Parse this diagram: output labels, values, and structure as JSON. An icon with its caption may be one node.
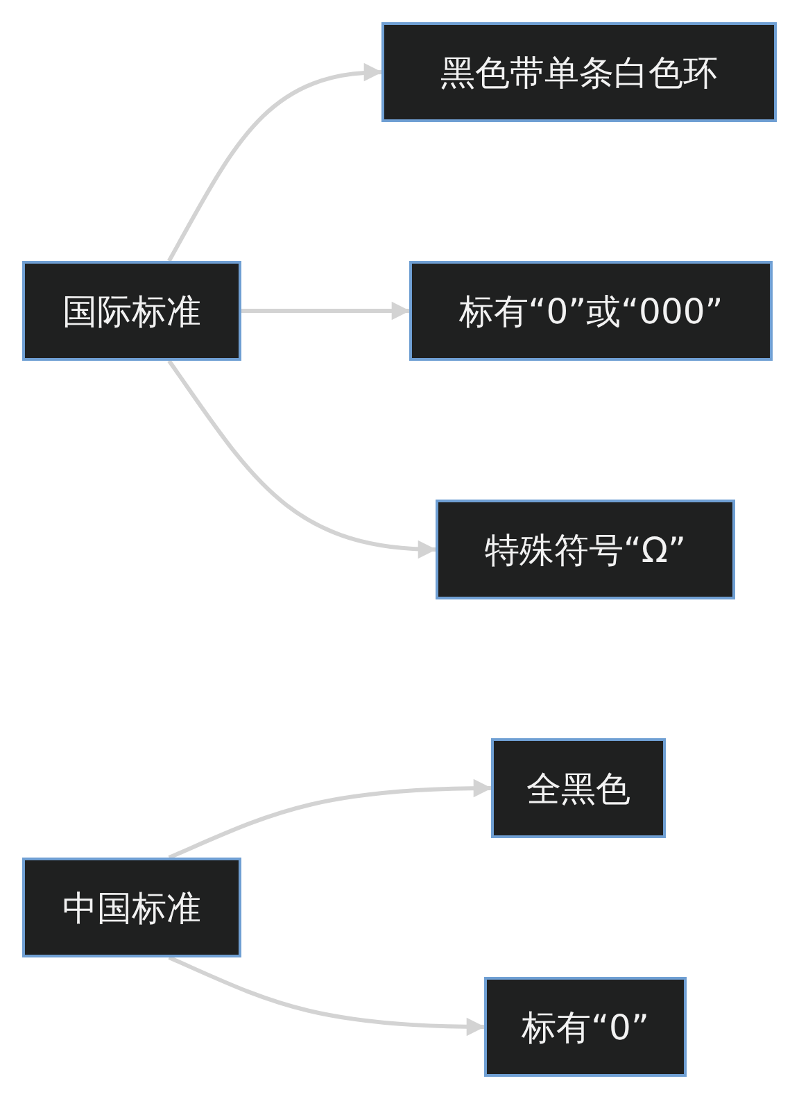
{
  "diagram": {
    "nodes": [
      {
        "text": [
          "国际标准"
        ]
      },
      {
        "text": [
          "黑色带单条白色环"
        ]
      },
      {
        "text": [
          "标有“0”或“000”"
        ]
      },
      {
        "text": [
          "特殊符号“Ω”"
        ]
      },
      {
        "text": [
          "中国标准"
        ]
      },
      {
        "text": [
          "全黑色"
        ]
      },
      {
        "text": [
          "标有“0”"
        ]
      }
    ],
    "edges": [
      {
        "from": 0,
        "to": 1,
        "arrow": "to"
      },
      {
        "from": 0,
        "to": 2,
        "arrow": "to"
      },
      {
        "from": 0,
        "to": 3,
        "arrow": "to"
      },
      {
        "from": 4,
        "to": 5,
        "arrow": "to"
      },
      {
        "from": 4,
        "to": 6,
        "arrow": "to"
      }
    ]
  }
}
